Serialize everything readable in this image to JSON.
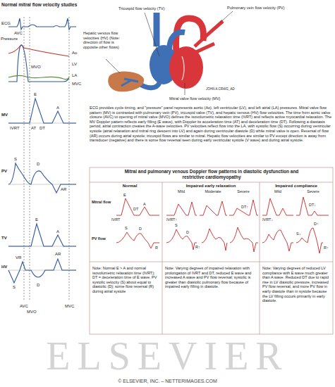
{
  "diagram": {
    "title": "Normal mitral flow velocity studies",
    "caption": "ECG provides cycle timing, and \"pressure\" panel represents aortic (Ao), left ventricular (LV), and left atrial (LA) pressures. Mitral valve flow pattern (MV) is contrasted with pulmonary vein (PV), tricuspid valve (TV), and hepatic venous (HV) flow velocities. The time from aortic valve closure (AVC) to opening of mitral valve (MVO) defines the isovolumetric relaxation time (IVRT) and reflects active myocardial relaxation. The MV Doppler pattern reflects early filling (E wave), with Doppler its acceleration time (AT) and deceleration time (DT). Following a diastasis period, atrial contraction creates the A-wave velocities. PV velocities reflect flow into the LA, with systolic flow (S) occurring during ventricular systole (atrial relaxation and mitral ring descent into LV) and again during ventricular diastole (D) while mitral valve is open. Reversal of flow (AR) occurs during atrial systole; tricuspid flows are similar to mitral. Hepatic flow velocities are similar to PV except direction is away from transducer (negative) and there is some flow reversal seen during early ventricular systole (V wave) and during atrial systole.",
    "labels": [
      "ECG",
      "AVC",
      "Ao",
      "Pressure",
      "LV",
      "MVO",
      "LA",
      "MVC",
      "MV",
      "E",
      "A",
      "IVRT",
      "AT",
      "DT",
      "PV",
      "S",
      "D",
      "AR",
      "TV",
      "E",
      "A",
      "HV",
      "VR",
      "AR",
      "S",
      "D",
      "AVC",
      "MVO",
      "MVC",
      "Tricuspid flow velocity (TV)",
      "Pulmonary vein flow velocity (PV)",
      "Hepatic venous flow velocities (HV) (Note: direction of flow is opposite other flows)",
      "Mitral valve flow velocity (MV)",
      "JOHN A.CRAIG_AD",
      "Mitral and pulmonary venous Doppler flow patterns in diastolic dysfunction and restrictive cardiomyopathy",
      "Normal",
      "Impaired early relaxation",
      "Impaired compliance",
      "Mild",
      "Moderate",
      "Severe",
      "Mild",
      "Severe",
      "Mitral flow",
      "PV flow",
      "E",
      "A",
      "DT",
      "IVRT",
      "S",
      "D",
      "R",
      "IVRT↑",
      "S",
      "D",
      "R↑",
      "DT↑",
      "IVRT↓",
      "DT↓",
      "S↓",
      "D↑",
      "R↑",
      "Note: Normal E > A and normal isovolumetric relaxation time (IVRT); DT = deceleration time of E wave. PV systolic velocity (S) about equal to diastolic (D); some flow reversal (R) during atrial systole",
      "Note: Varying degrees of impaired relaxation with prolongation of IVRT and DT, reduced E wave and increased A wave and PV flow reversal; systolic is greater than diastolic pulmonary flow because of impaired early filling in diastole.",
      "Note: Varying degrees of reduced LV compliance with E wave much greater than A wave. Reduced DT due to rapid rise in LV diastolic pressure, increased PV flow reversal, and more PV flow in early diastole than in systole because the LV filling occurs primarily in early diastole.",
      "ELSEVIER",
      "© ELSEVIER, INC. – NETTERIMAGES.COM"
    ]
  }
}
